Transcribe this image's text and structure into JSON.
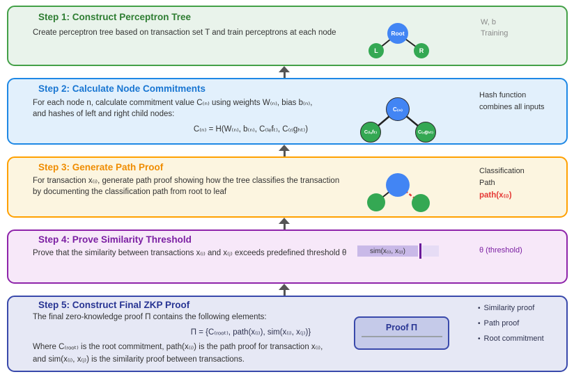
{
  "colors": {
    "step1_border": "#43a047",
    "step1_bg": "#e9f3eb",
    "step1_title": "#2e7d32",
    "step2_border": "#1e88e5",
    "step2_bg": "#e2f0fc",
    "step2_title": "#1976d2",
    "step3_border": "#ffa000",
    "step3_bg": "#fcf5e0",
    "step3_title": "#ef8c00",
    "step4_border": "#8e24aa",
    "step4_bg": "#f7e8f9",
    "step4_title": "#7b1fa2",
    "step5_border": "#3949ab",
    "step5_bg": "#e6e8f5",
    "step5_title": "#283593",
    "node_blue": "#4285f4",
    "node_green": "#34a853",
    "path_red": "#e53935",
    "annotation_gray": "#8a8a8a",
    "arrow_gray": "#555555",
    "sim_bar_fill": "#c9b9e8",
    "sim_bar_light": "#e6dcf5",
    "threshold_line": "#6a1b9a",
    "proof_box_fill": "#c5cae9"
  },
  "steps": [
    {
      "title": "Step 1: Construct Perceptron Tree",
      "body_lines": [
        "Create perceptron tree based on transaction set T and train perceptrons at each node"
      ],
      "annotations": {
        "line1": "W, b",
        "line2": "Training"
      },
      "tree": {
        "root_label": "Root",
        "left_label": "L",
        "right_label": "R"
      }
    },
    {
      "title": "Step 2: Calculate Node Commitments",
      "body_lines": [
        "For each node n, calculate commitment value C₍ₙ₎ using weights W₍ₙ₎, bias b₍ₙ₎,",
        "and hashes of left and right child nodes:"
      ],
      "formula": "C₍ₙ₎ = H(W₍ₙ₎, b₍ₙ₎, C₍ₗₑfₜ₎, C₍ᵣᵢgₕₜ₎)",
      "annotations": {
        "line1": "Hash function",
        "line2": "combines all inputs"
      },
      "tree": {
        "root_label": "C₍ₙ₎",
        "left_label": "C₍ₗₑfₜ₎",
        "right_label": "C₍ᵣᵢgₕₜ₎"
      }
    },
    {
      "title": "Step 3: Generate Path Proof",
      "body_lines": [
        "For transaction x₍ᵢ₎, generate path proof showing how the tree classifies the transaction",
        "by documenting the classification path from root to leaf"
      ],
      "annotations": {
        "line1": "Classification",
        "line2": "Path",
        "path_label": "path(x₍ᵢ₎)"
      }
    },
    {
      "title": "Step 4: Prove Similarity Threshold",
      "body_lines": [
        "Prove that the similarity between transactions x₍ᵢ₎ and x₍ⱼ₎ exceeds predefined threshold θ"
      ],
      "sim_bar_label": "sim(x₍ᵢ₎, x₍ⱼ₎)",
      "annotations": {
        "threshold": "θ (threshold)"
      }
    },
    {
      "title": "Step 5: Construct Final ZKP Proof",
      "body_lines": [
        "The final zero-knowledge proof Π contains the following elements:"
      ],
      "formula": "Π = {C₍ᵣₒₒₜ₎, path(x₍ᵢ₎), sim(x₍ᵢ₎, x₍ⱼ₎)}",
      "where_lines": [
        "Where C₍ᵣₒₒₜ₎ is the root commitment, path(x₍ᵢ₎) is the path proof for transaction x₍ᵢ₎,",
        "and sim(x₍ᵢ₎, x₍ⱼ₎) is the similarity proof between transactions."
      ],
      "proof_box_label": "Proof Π",
      "bullet_char": "•",
      "bullets": [
        "Similarity proof",
        "Path proof",
        "Root commitment"
      ]
    }
  ]
}
